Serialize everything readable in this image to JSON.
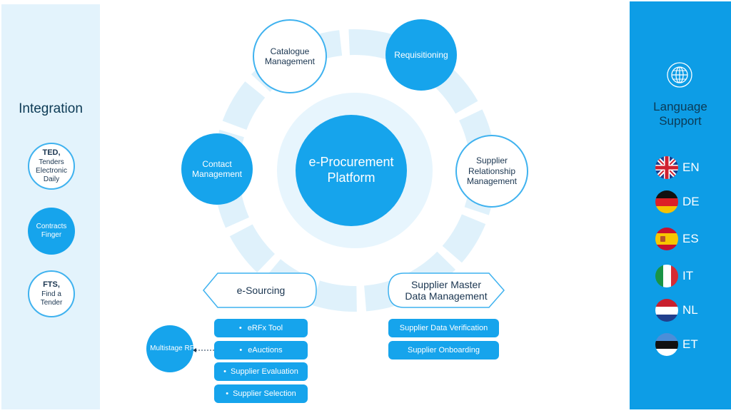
{
  "integration": {
    "title": "Integration",
    "items": [
      {
        "bold": "TED,",
        "text": "Tenders Electronic Daily"
      },
      {
        "bold": "",
        "text": "Contracts Finger"
      },
      {
        "bold": "FTS,",
        "text": "Find a Tender"
      }
    ]
  },
  "language": {
    "title_line1": "Language",
    "title_line2": "Support",
    "icon": "globe-icon",
    "items": [
      {
        "code": "EN",
        "flag": "uk-flag-icon"
      },
      {
        "code": "DE",
        "flag": "germany-flag-icon"
      },
      {
        "code": "ES",
        "flag": "spain-flag-icon"
      },
      {
        "code": "IT",
        "flag": "italy-flag-icon"
      },
      {
        "code": "NL",
        "flag": "netherlands-flag-icon"
      },
      {
        "code": "ET",
        "flag": "estonia-flag-icon"
      }
    ]
  },
  "center": {
    "line1": "e-Procurement",
    "line2": "Platform"
  },
  "modules": {
    "catalogue": {
      "line1": "Catalogue",
      "line2": "Management"
    },
    "requisitioning": {
      "line1": "Requisitioning"
    },
    "supplier_relationship": {
      "line1": "Supplier",
      "line2": "Relationship",
      "line3": "Management"
    },
    "contact": {
      "line1": "Contact",
      "line2": "Management"
    },
    "esourcing": {
      "label": "e-Sourcing"
    },
    "supplier_master": {
      "line1": "Supplier Master",
      "line2": "Data Management"
    }
  },
  "esourcing_items": [
    "eRFx Tool",
    "eAuctions",
    "Supplier Evaluation",
    "Supplier Selection"
  ],
  "esourcing_bullet": "•",
  "multistage": {
    "label": "Multistage RF"
  },
  "supplier_master_items": [
    "Supplier Data Verification",
    "Supplier Onboarding"
  ],
  "colors": {
    "primary": "#16a4ec",
    "panel_light": "#e3f3fc",
    "panel_dark": "#0d9de6",
    "ring": "#dff1fb",
    "text_dark": "#1a3550"
  }
}
